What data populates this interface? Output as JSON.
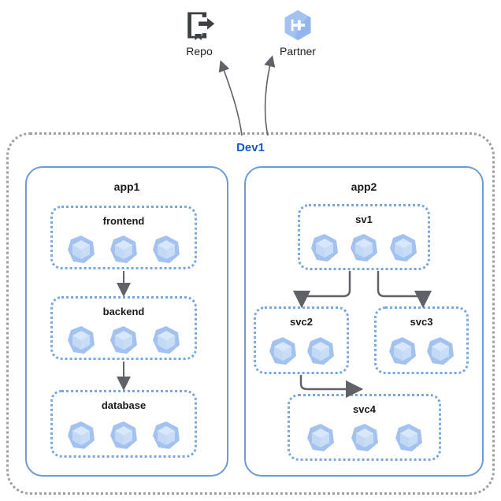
{
  "diagram": {
    "title": "Dev1",
    "external_nodes": [
      {
        "label": "Repo",
        "icon": "repo-export-icon"
      },
      {
        "label": "Partner",
        "icon": "partner-interconnect-hexagon-icon"
      }
    ],
    "environment": {
      "name": "Dev1",
      "border_color": "#9e9e9e",
      "label_color": "#1a56c4"
    },
    "apps": [
      {
        "name": "app1",
        "border_color": "#6b9bd8",
        "services": [
          {
            "name": "frontend",
            "pod_count": 3,
            "pod_icon": "pod-cube-hexagon-icon"
          },
          {
            "name": "backend",
            "pod_count": 3,
            "pod_icon": "pod-cube-hexagon-icon"
          },
          {
            "name": "database",
            "pod_count": 3,
            "pod_icon": "pod-cube-hexagon-icon"
          }
        ]
      },
      {
        "name": "app2",
        "border_color": "#6b9bd8",
        "services": [
          {
            "name": "sv1",
            "pod_count": 3,
            "pod_icon": "pod-cube-hexagon-icon"
          },
          {
            "name": "svc2",
            "pod_count": 2,
            "pod_icon": "pod-cube-hexagon-icon"
          },
          {
            "name": "svc3",
            "pod_count": 2,
            "pod_icon": "pod-cube-hexagon-icon"
          },
          {
            "name": "svc4",
            "pod_count": 3,
            "pod_icon": "pod-cube-hexagon-icon"
          }
        ]
      }
    ],
    "connections": [
      {
        "from": "frontend",
        "to": "backend"
      },
      {
        "from": "backend",
        "to": "database"
      },
      {
        "from": "sv1",
        "to": "svc2"
      },
      {
        "from": "sv1",
        "to": "svc3"
      },
      {
        "from": "svc2",
        "to": "svc4"
      },
      {
        "from": "Dev1",
        "to": "Repo"
      },
      {
        "from": "Dev1",
        "to": "Partner"
      }
    ],
    "colors": {
      "pod_fill": "#a4c2f0",
      "pod_cube": "#c9ddf7",
      "arrow": "#5f6368",
      "repo_icon": "#3c4043"
    }
  }
}
